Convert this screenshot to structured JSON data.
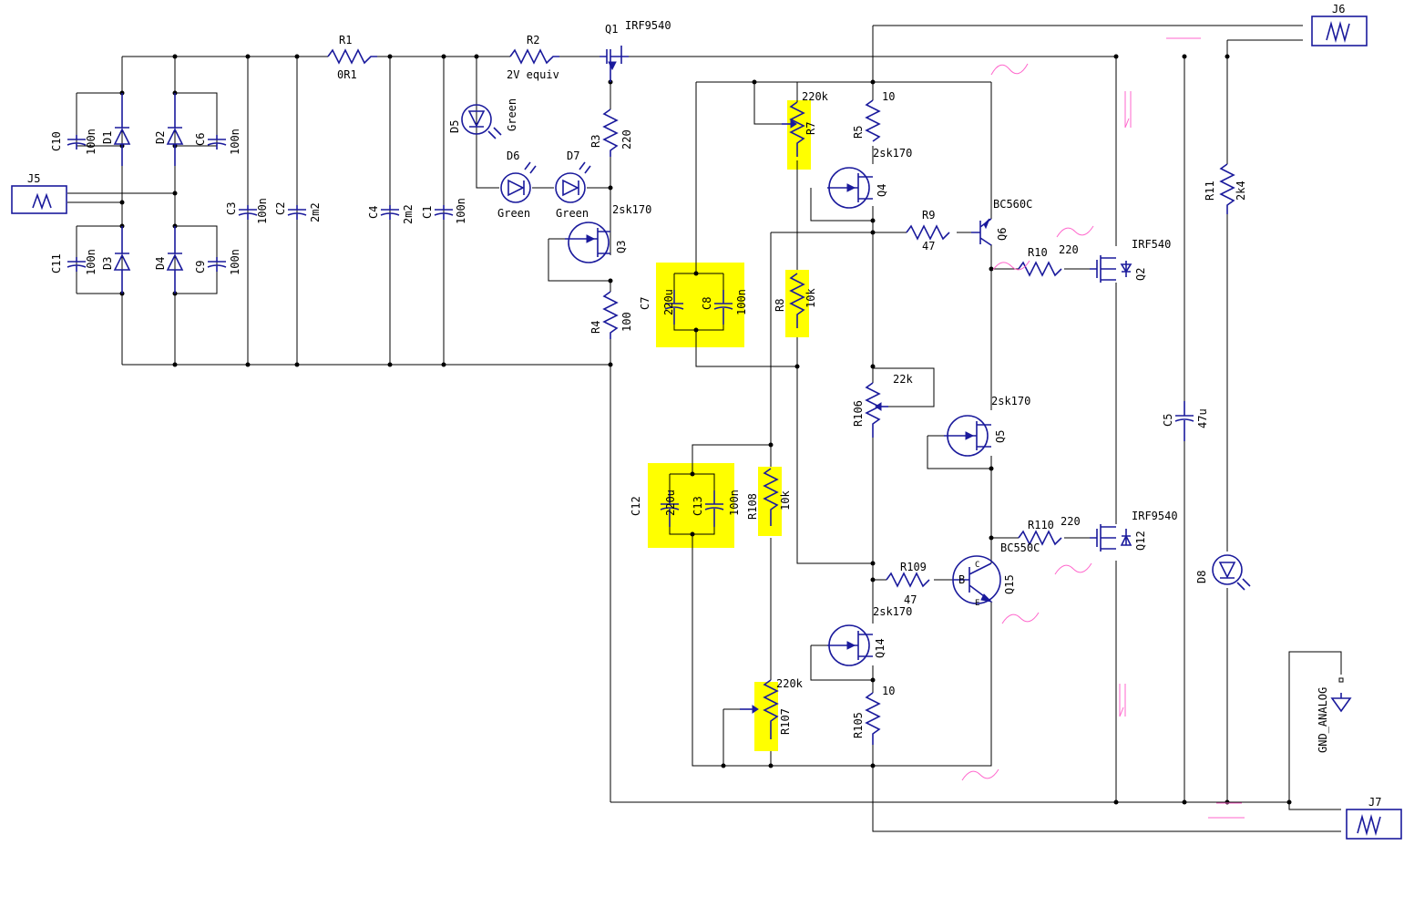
{
  "colors": {
    "wire": "#000000",
    "component": "#1a1a9c",
    "highlight": "#ffff00",
    "annotation": "#ff66cc",
    "background": "#ffffff"
  },
  "labels": {
    "R1": "R1",
    "R1v": "0R1",
    "R2": "R2",
    "R2v": "2V equiv",
    "Q1": "Q1",
    "Q1v": "IRF9540",
    "J5": "J5",
    "J6": "J6",
    "J7": "J7",
    "C10": "C10",
    "C10v": "100n",
    "D1": "D1",
    "D2": "D2",
    "C6": "C6",
    "C6v": "100n",
    "C11": "C11",
    "C11v": "100n",
    "D3": "D3",
    "D4": "D4",
    "C9": "C9",
    "C9v": "100n",
    "C3": "C3",
    "C3v": "100n",
    "C2": "C2",
    "C2v": "2m2",
    "C4": "C4",
    "C4v": "2m2",
    "C1": "C1",
    "C1v": "100n",
    "D5": "D5",
    "D5v": "Green",
    "D6": "D6",
    "D6v": "Green",
    "D7": "D7",
    "D7v": "Green",
    "R3": "R3",
    "R3v": "220",
    "Q3": "Q3",
    "Q3v": "2sk170",
    "R4": "R4",
    "R4v": "100",
    "C7": "C7",
    "C7v": "220u",
    "C8": "C8",
    "C8v": "100n",
    "R7": "R7",
    "R7v": "220k",
    "R8": "R8",
    "R8v": "10k",
    "R5": "R5",
    "R5v": "10",
    "Q4": "Q4",
    "Q4v": "2sk170",
    "R9": "R9",
    "R9v": "47",
    "Q6": "Q6",
    "Q6v": "BC560C",
    "R10": "R10",
    "R10v": "220",
    "Q2": "Q2",
    "Q2v": "IRF540",
    "R106": "R106",
    "R106v": "22k",
    "Q5": "Q5",
    "Q5v": "2sk170",
    "C12": "C12",
    "C12v": "220u",
    "C13": "C13",
    "C13v": "100n",
    "R108": "R108",
    "R108v": "10k",
    "R110": "R110",
    "R110v": "220",
    "Q12": "Q12",
    "Q12v": "IRF9540",
    "R109": "R109",
    "R109v": "47",
    "Q15": "Q15",
    "Q15v": "BC550C",
    "Q15b": "B",
    "Q15c": "C",
    "Q15e": "E",
    "Q14": "Q14",
    "Q14v": "2sk170",
    "R107": "R107",
    "R107v": "220k",
    "R105": "R105",
    "R105v": "10",
    "R11": "R11",
    "R11v": "2k4",
    "C5": "C5",
    "C5v": "47u",
    "D8": "D8",
    "GND": "GND_ANALOG"
  }
}
